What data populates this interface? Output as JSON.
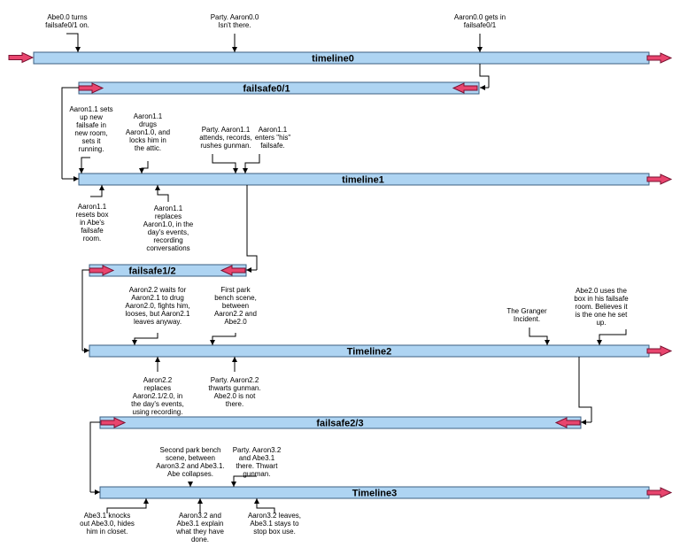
{
  "colors": {
    "bar_fill": "#aed4f2",
    "bar_stroke": "#3c5f82",
    "arrow_fill": "#e8456e",
    "arrow_stroke": "#7a1030",
    "line": "#000000"
  },
  "bars": [
    {
      "id": "timeline0",
      "label": "timeline0"
    },
    {
      "id": "failsafe01",
      "label": "failsafe0/1"
    },
    {
      "id": "timeline1",
      "label": "timeline1"
    },
    {
      "id": "failsafe12",
      "label": "failsafe1/2"
    },
    {
      "id": "timeline2",
      "label": "Timeline2"
    },
    {
      "id": "failsafe23",
      "label": "failsafe2/3"
    },
    {
      "id": "timeline3",
      "label": "Timeline3"
    }
  ],
  "notes": [
    {
      "id": "n0a",
      "lines": [
        "Abe0.0 turns",
        "failsafe0/1 on."
      ]
    },
    {
      "id": "n0b",
      "lines": [
        "Party. Aaron0.0",
        "Isn't there."
      ]
    },
    {
      "id": "n0c",
      "lines": [
        "Aaron0.0 gets in",
        "failsafe0/1"
      ]
    },
    {
      "id": "n1a",
      "lines": [
        "Aaron1.1 sets",
        "up new",
        "failsafe in",
        "new room,",
        "sets it",
        "running."
      ]
    },
    {
      "id": "n1b",
      "lines": [
        "Aaron1.1",
        "drugs",
        "Aaron1.0, and",
        "locks him in",
        "the attic."
      ]
    },
    {
      "id": "n1c",
      "lines": [
        "Party. Aaron1.1",
        "attends, records,",
        "rushes gunman."
      ]
    },
    {
      "id": "n1d",
      "lines": [
        "Aaron1.1",
        "enters \"his\"",
        "failsafe."
      ]
    },
    {
      "id": "n1e",
      "lines": [
        "Aaron1.1",
        "resets box",
        "in Abe's",
        "failsafe",
        "room."
      ]
    },
    {
      "id": "n1f",
      "lines": [
        "Aaron1.1",
        "replaces",
        "Aaron1.0, in the",
        "day's events,",
        "recording",
        "conversations"
      ]
    },
    {
      "id": "n2a",
      "lines": [
        "Aaron2.2 waits for",
        "Aaron2.1 to drug",
        "Aaron2.0, fights him,",
        "looses, but Aaron2.1",
        "leaves anyway."
      ]
    },
    {
      "id": "n2b",
      "lines": [
        "First park",
        "bench scene,",
        "between",
        "Aaron2.2 and",
        "Abe2.0"
      ]
    },
    {
      "id": "n2c",
      "lines": [
        "The Granger",
        "Incident."
      ]
    },
    {
      "id": "n2d",
      "lines": [
        "Abe2.0 uses the",
        "box in his failsafe",
        "room. Believes it",
        "is the one he set",
        "up."
      ]
    },
    {
      "id": "n2e",
      "lines": [
        "Aaron2.2",
        "replaces",
        "Aaron2.1/2.0, in",
        "the day's events,",
        "using recording."
      ]
    },
    {
      "id": "n2f",
      "lines": [
        "Party. Aaron2.2",
        "thwarts gunman.",
        "Abe2.0 is not",
        "there."
      ]
    },
    {
      "id": "n3a",
      "lines": [
        "Second park bench",
        "scene, between",
        "Aaron3.2 and Abe3.1.",
        "Abe collapses."
      ]
    },
    {
      "id": "n3b",
      "lines": [
        "Party. Aaron3.2",
        "and Abe3.1",
        "there. Thwart",
        "gunman."
      ]
    },
    {
      "id": "n3c",
      "lines": [
        "Abe3.1 knocks",
        "out Abe3.0, hides",
        "him in closet."
      ]
    },
    {
      "id": "n3d",
      "lines": [
        "Aaron3.2 and",
        "Abe3.1 explain",
        "what they have",
        "done."
      ]
    },
    {
      "id": "n3e",
      "lines": [
        "Aaron3.2 leaves,",
        "Abe3.1 stays to",
        "stop box use."
      ]
    }
  ]
}
